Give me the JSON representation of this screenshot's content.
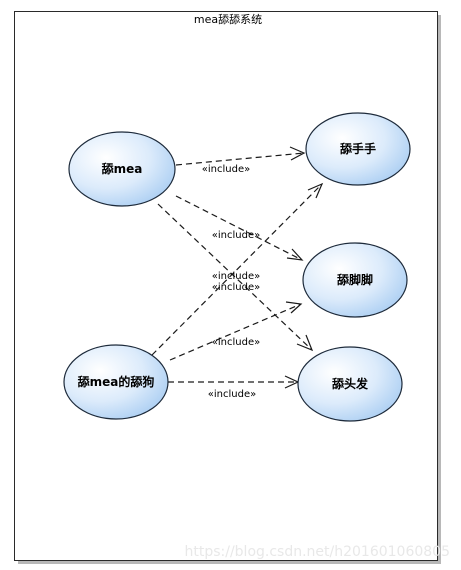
{
  "system": {
    "title": "mea舔舔系统"
  },
  "use_cases": {
    "tian_mea": "舔mea",
    "tian_mea_dog": "舔mea的舔狗",
    "tian_hands": "舔手手",
    "tian_feet": "舔脚脚",
    "tian_hair": "舔头发"
  },
  "relations": {
    "include_label": "«include»"
  },
  "watermark": "https://blog.csdn.net/h201601060805"
}
